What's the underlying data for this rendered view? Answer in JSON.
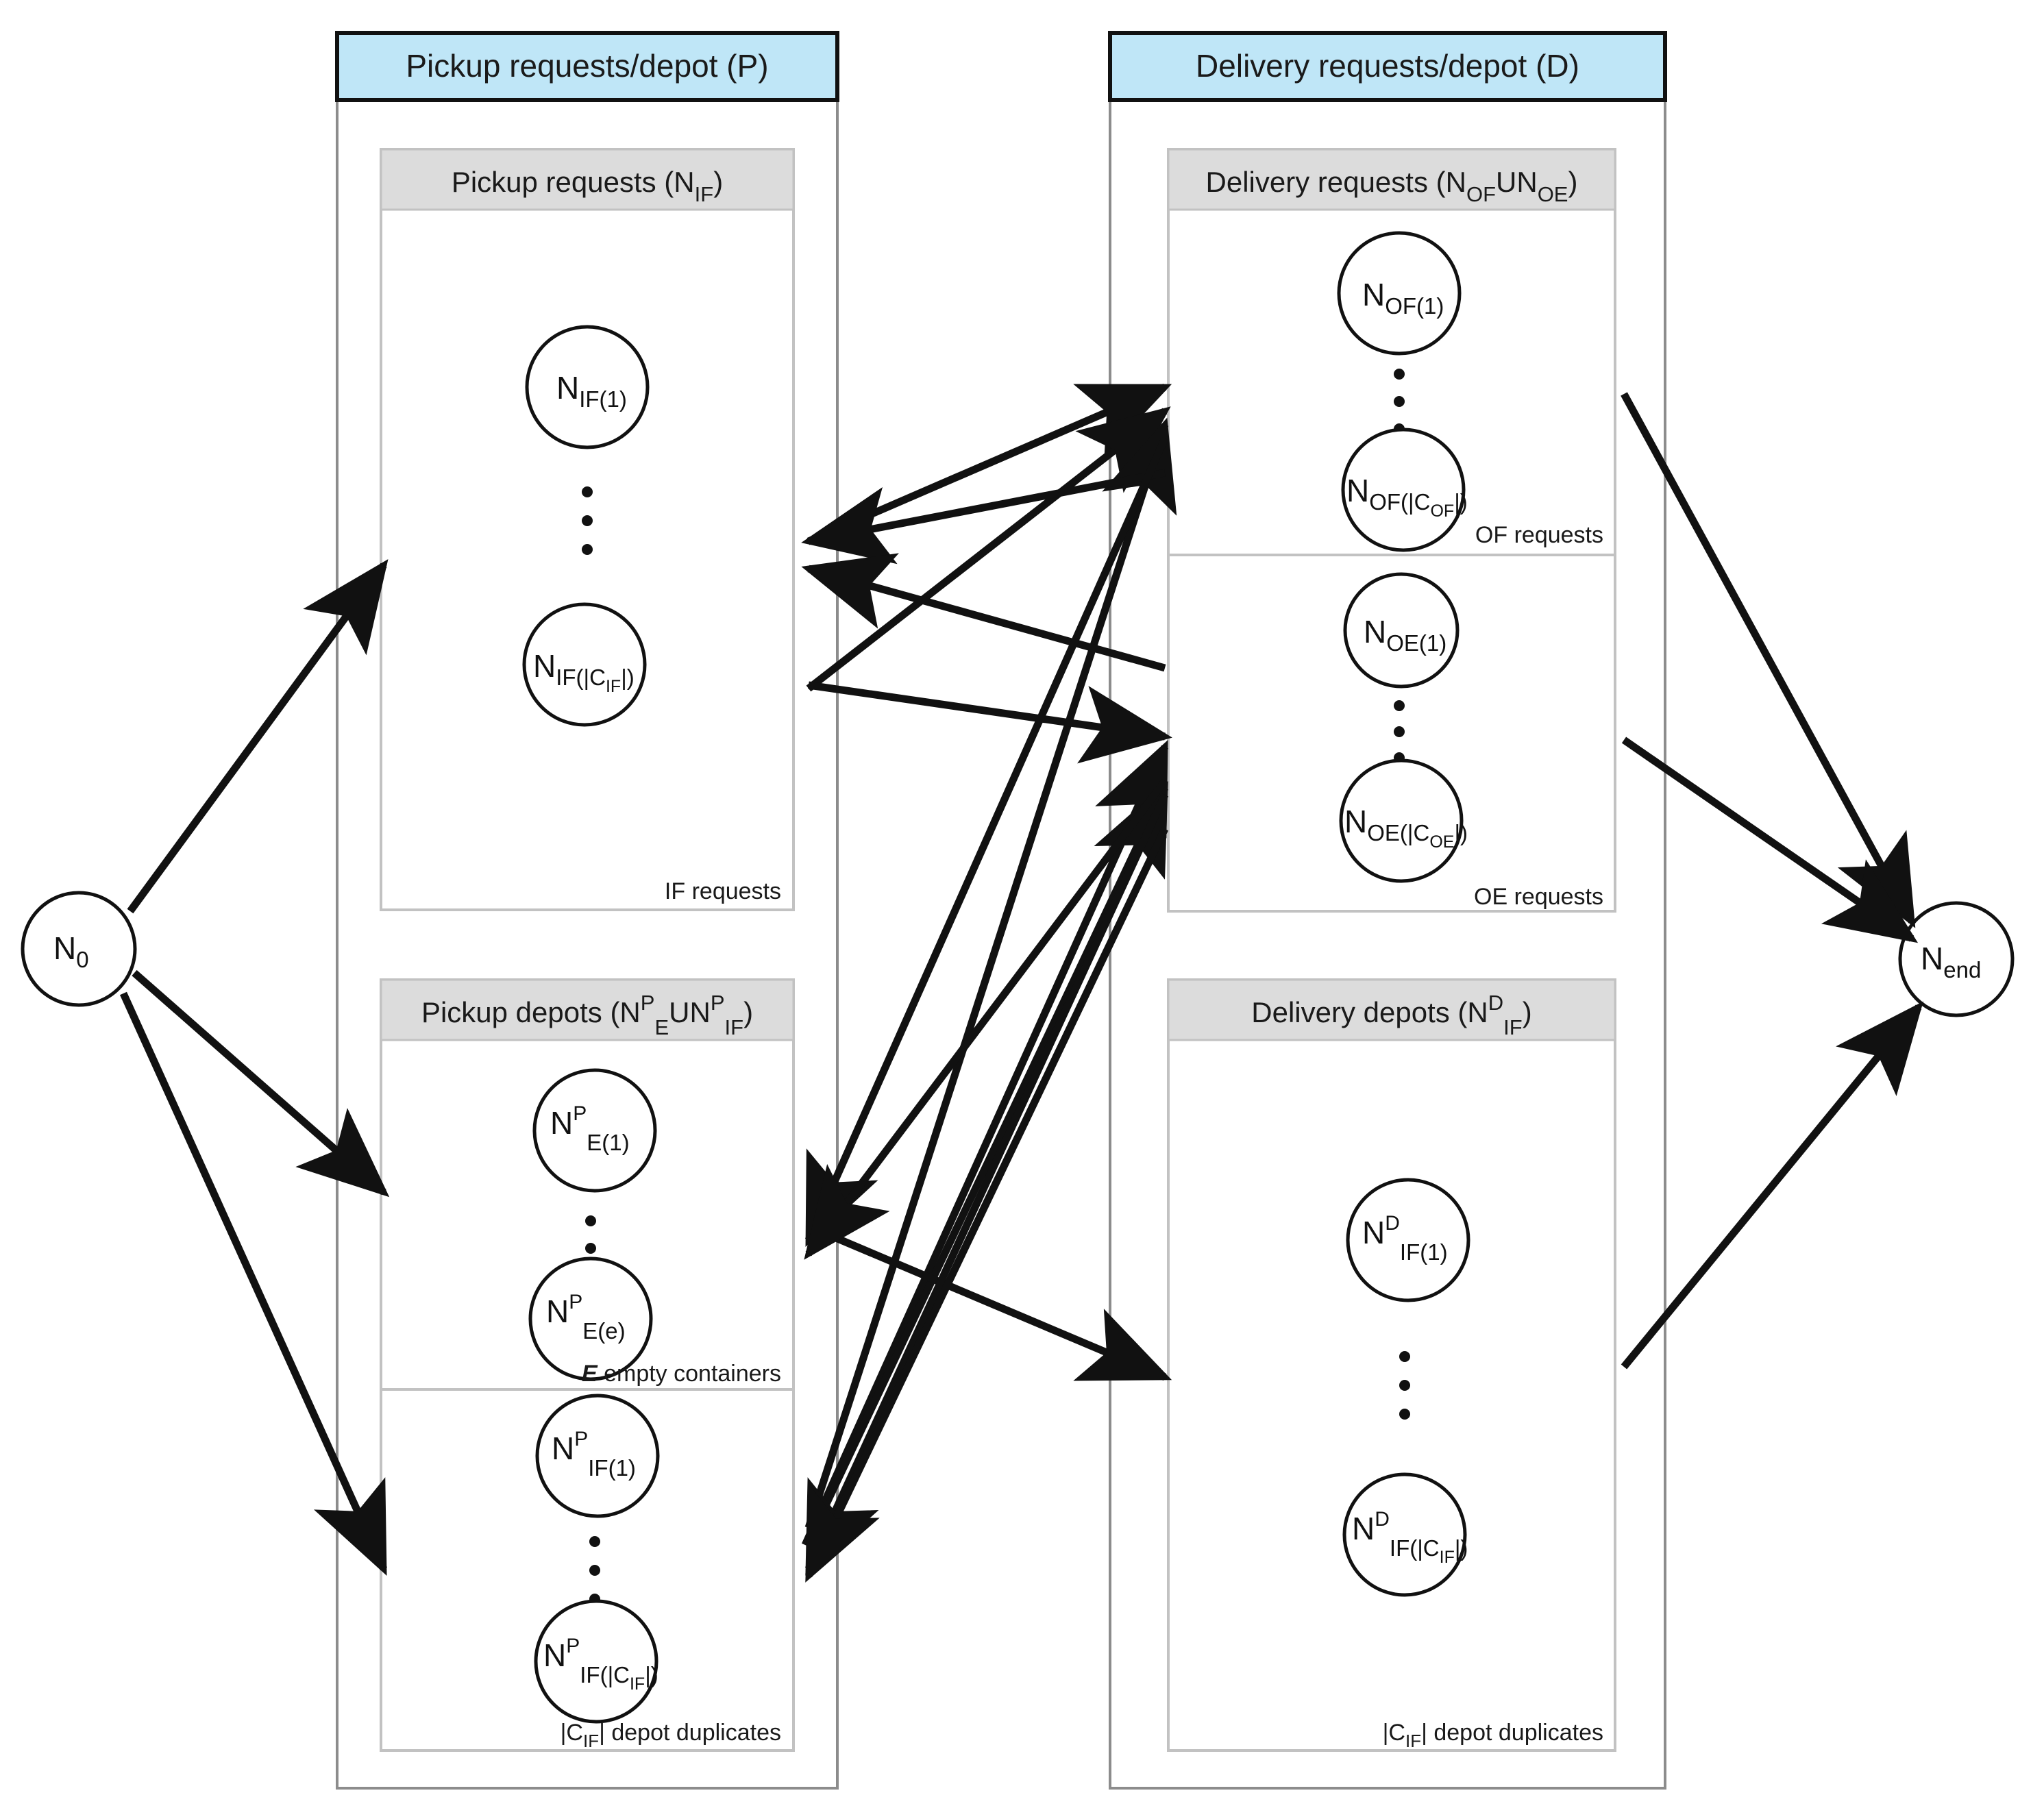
{
  "diagram": {
    "title": "Pickup and delivery request/depot network graph",
    "colors": {
      "header_fill": "#bfe6f7",
      "subheader_fill": "#dcdcdc",
      "outline": "#1a1a1a",
      "panel_border": "#9a9a9a",
      "arrow": "#111111",
      "background": "#ffffff"
    }
  },
  "start_node": {
    "main": "N",
    "sub": "0"
  },
  "end_node": {
    "main": "N",
    "sub": "end"
  },
  "pickup": {
    "header": "Pickup requests/depot (P)",
    "requests": {
      "header_text": "Pickup requests (N",
      "header_sub": "IF",
      "header_tail": ")",
      "footer": "IF requests",
      "nodes": [
        {
          "main": "N",
          "sub": "IF(1)",
          "sup": ""
        },
        {
          "main": "N",
          "sub": "IF(|C",
          "sub2": "IF",
          "sub3": "|)",
          "sup": ""
        }
      ],
      "node_labels": [
        "N IF(1)",
        "N IF(|C IF |)"
      ]
    },
    "depots": {
      "header_text": "Pickup depots (N",
      "header_sup1": "P",
      "header_mid1": "E",
      "header_union": "UN",
      "header_sup2": "P",
      "header_mid2": "IF",
      "header_tail": ")",
      "empty_footer_bold": "E",
      "empty_footer_rest": " empty containers",
      "dup_footer_pre": "|C",
      "dup_footer_sub": "IF",
      "dup_footer_post": "| depot duplicates",
      "nodes": [
        {
          "main": "N",
          "sup": "P",
          "sub": "E(1)"
        },
        {
          "main": "N",
          "sup": "P",
          "sub": "E(e)"
        },
        {
          "main": "N",
          "sup": "P",
          "sub": "IF(1)"
        },
        {
          "main": "N",
          "sup": "P",
          "sub": "IF(|C",
          "sub2": "IF",
          "sub3": "|)"
        }
      ]
    }
  },
  "delivery": {
    "header": "Delivery requests/depot (D)",
    "requests": {
      "header_text": "Delivery requests (N",
      "header_sub1": "OF",
      "header_union": "UN",
      "header_sub2": "OE",
      "header_tail": ")",
      "of_footer": "OF requests",
      "oe_footer": "OE  requests",
      "nodes": [
        {
          "main": "N",
          "sub": "OF(1)"
        },
        {
          "main": "N",
          "sub": "OF(|C",
          "sub2": "OF",
          "sub3": "|)"
        },
        {
          "main": "N",
          "sub": "OE(1)"
        },
        {
          "main": "N",
          "sub": "OE(|C",
          "sub2": "OE",
          "sub3": "|)"
        }
      ]
    },
    "depots": {
      "header_text": "Delivery depots (N",
      "header_sup": "D",
      "header_sub": "IF",
      "header_tail": ")",
      "dup_footer_pre": "|C",
      "dup_footer_sub": "IF",
      "dup_footer_post": "| depot duplicates",
      "nodes": [
        {
          "main": "N",
          "sup": "D",
          "sub": "IF(1)"
        },
        {
          "main": "N",
          "sup": "D",
          "sub": "IF(|C",
          "sub2": "IF",
          "sub3": "|)"
        }
      ]
    }
  },
  "ellipsis": {
    "glyph": "⋮",
    "count": 7
  }
}
